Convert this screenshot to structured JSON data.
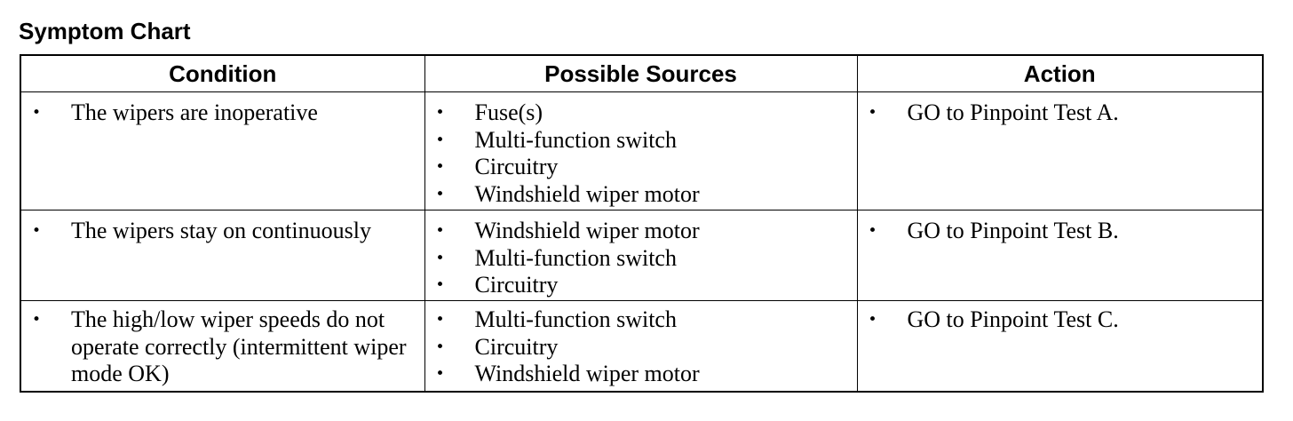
{
  "title": "Symptom Chart",
  "headers": {
    "condition": "Condition",
    "sources": "Possible Sources",
    "action": "Action"
  },
  "rows": [
    {
      "condition": [
        "The wipers are inoperative"
      ],
      "sources": [
        "Fuse(s)",
        "Multi-function switch",
        "Circuitry",
        "Windshield wiper motor"
      ],
      "action": [
        "GO to Pinpoint Test A."
      ]
    },
    {
      "condition": [
        "The wipers stay on continuously"
      ],
      "sources": [
        "Windshield wiper motor",
        "Multi-function switch",
        "Circuitry"
      ],
      "action": [
        "GO to Pinpoint Test B."
      ]
    },
    {
      "condition": [
        "The high/low wiper speeds do not operate correctly (intermittent wiper mode OK)"
      ],
      "sources": [
        "Multi-function switch",
        "Circuitry",
        "Windshield wiper motor"
      ],
      "action": [
        "GO to Pinpoint Test C."
      ]
    }
  ],
  "bullet_glyph": "•"
}
